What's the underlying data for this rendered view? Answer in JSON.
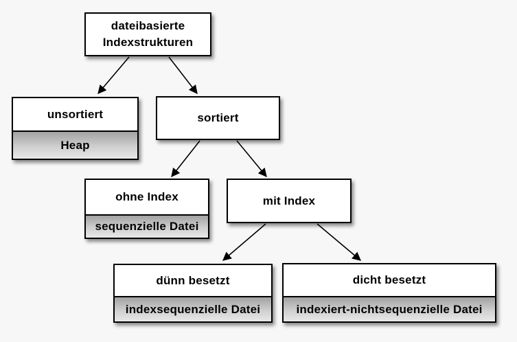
{
  "colors": {
    "background": "#f7f7f7",
    "node_fill": "#ffffff",
    "node_border": "#000000",
    "sub_gradient_top": "#a2a2a2",
    "sub_gradient_bottom": "#e8e8e8",
    "text": "#000000",
    "arrow": "#000000"
  },
  "nodes": {
    "root": {
      "line1": "dateibasierte",
      "line2": "Indexstrukturen"
    },
    "unsortiert": {
      "title": "unsortiert",
      "sub": "Heap"
    },
    "sortiert": {
      "title": "sortiert"
    },
    "ohne_index": {
      "title": "ohne Index",
      "sub": "sequenzielle Datei"
    },
    "mit_index": {
      "title": "mit Index"
    },
    "duenn_besetzt": {
      "title": "dünn besetzt",
      "sub": "indexsequenzielle Datei"
    },
    "dicht_besetzt": {
      "title": "dicht besetzt",
      "sub": "indexiert-nichtsequenzielle Datei"
    }
  }
}
